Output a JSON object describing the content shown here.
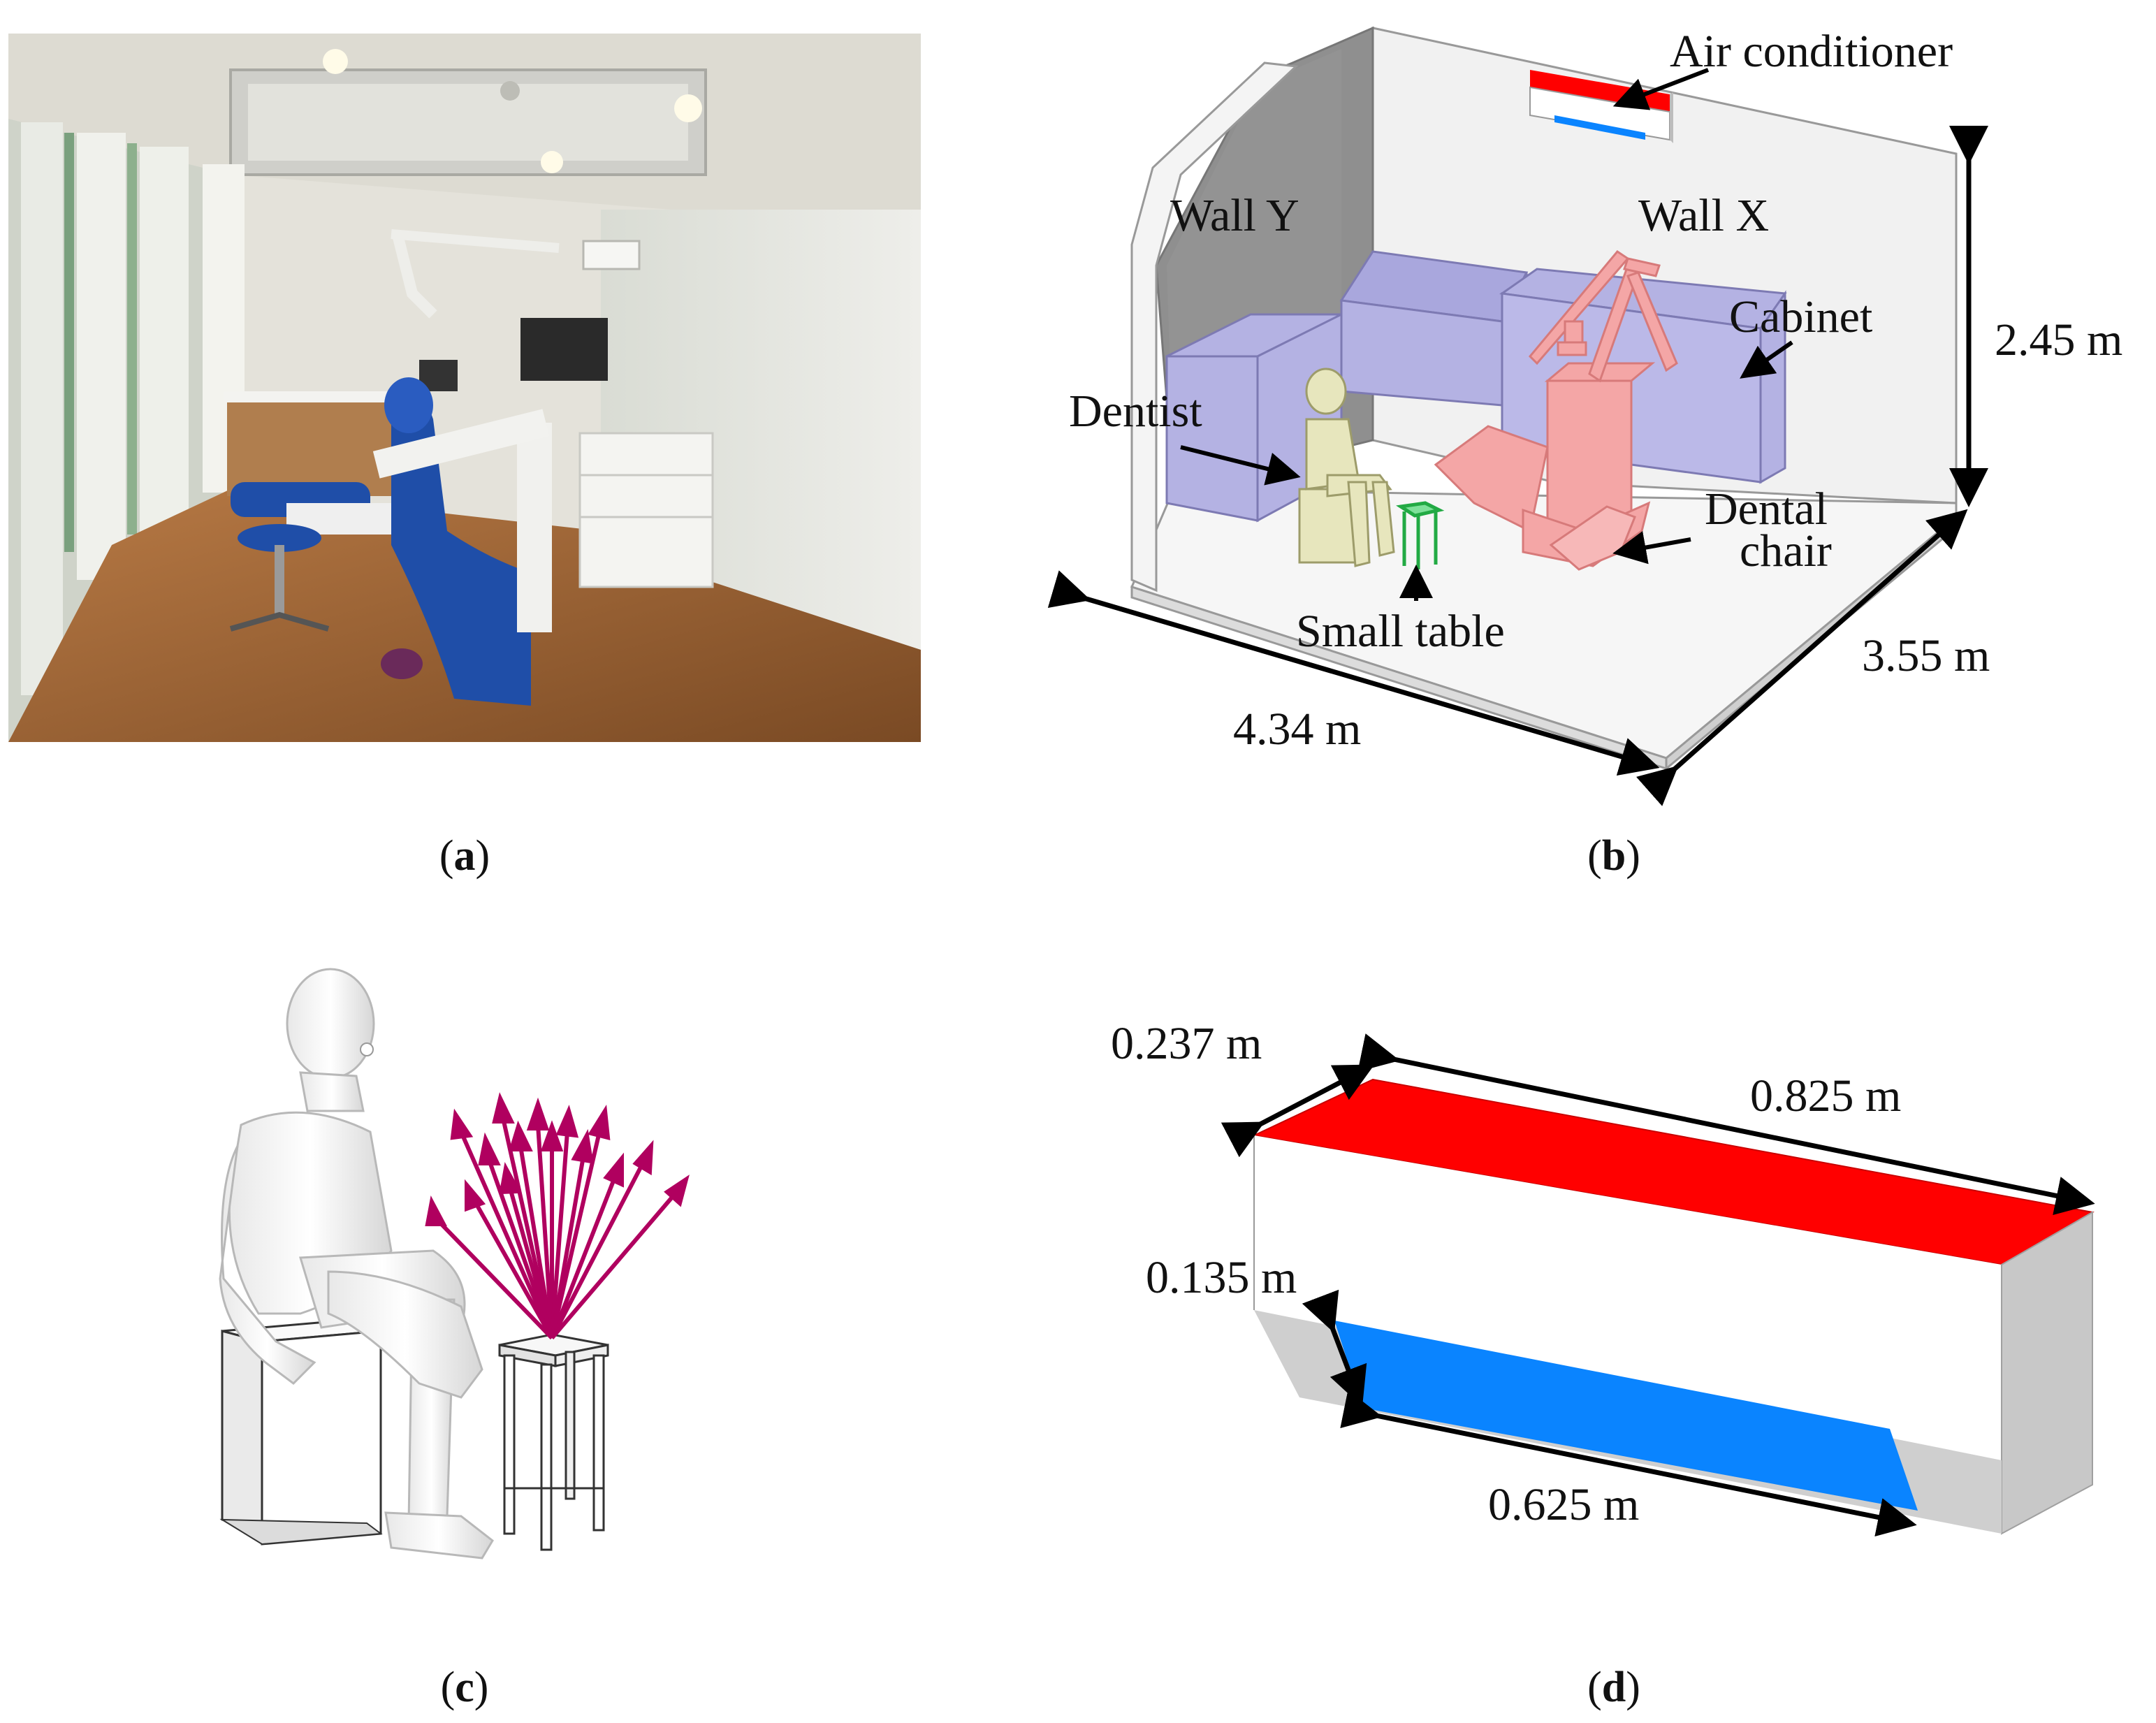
{
  "panel_a": {
    "caption_letter": "a"
  },
  "panel_b": {
    "caption_letter": "b",
    "labels": {
      "air_conditioner": "Air conditioner",
      "wall_y": "Wall Y",
      "wall_x": "Wall X",
      "cabinet": "Cabinet",
      "dentist": "Dentist",
      "dental_chair_line1": "Dental",
      "dental_chair_line2": "chair",
      "small_table": "Small table"
    },
    "dimensions": {
      "height": "2.45 m",
      "depth": "3.55 m",
      "width": "4.34 m"
    }
  },
  "panel_c": {
    "caption_letter": "c"
  },
  "panel_d": {
    "caption_letter": "d",
    "dimensions": {
      "depth": "0.237 m",
      "length": "0.825 m",
      "outlet_height": "0.135 m",
      "outlet_length": "0.625 m"
    },
    "colors": {
      "inlet": "#ff0000",
      "outlet": "#0a84ff",
      "body": "#ffffff",
      "side": "#c8c8c8"
    }
  }
}
